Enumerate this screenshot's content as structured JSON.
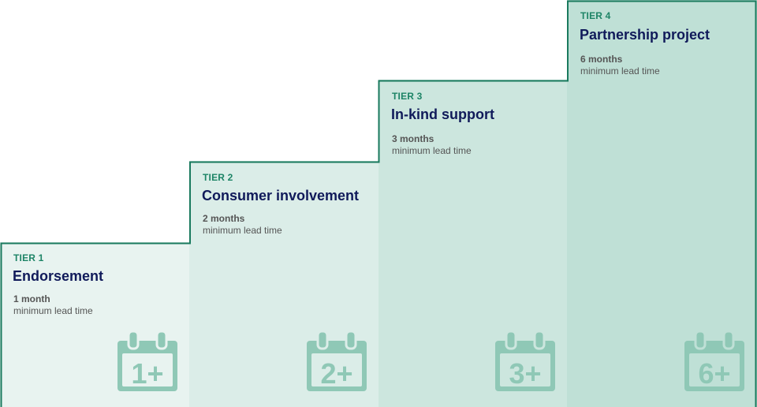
{
  "tiers": [
    {
      "label": "TIER 1",
      "title": "Endorsement",
      "lead": "1 month",
      "lead_note": "minimum lead time",
      "icon": "calendar-icon",
      "icon_text": "1+",
      "bg": "#e8f3f0"
    },
    {
      "label": "TIER 2",
      "title": "Consumer involvement",
      "lead": "2 months",
      "lead_note": "minimum lead time",
      "icon": "calendar-icon",
      "icon_text": "2+",
      "bg": "#dbede8"
    },
    {
      "label": "TIER 3",
      "title": "In-kind support",
      "lead": "3 months",
      "lead_note": "minimum lead time",
      "icon": "calendar-icon",
      "icon_text": "3+",
      "bg": "#cce6de"
    },
    {
      "label": "TIER 4",
      "title": "Partnership project",
      "lead": "6 months",
      "lead_note": "minimum lead time",
      "icon": "calendar-icon",
      "icon_text": "6+",
      "bg": "#bfe0d6"
    }
  ],
  "colors": {
    "outline": "#1a7a5e",
    "tier_label": "#1d8466",
    "title": "#101a5a",
    "lead_text": "#555555",
    "icon": "#8fc8b6"
  }
}
